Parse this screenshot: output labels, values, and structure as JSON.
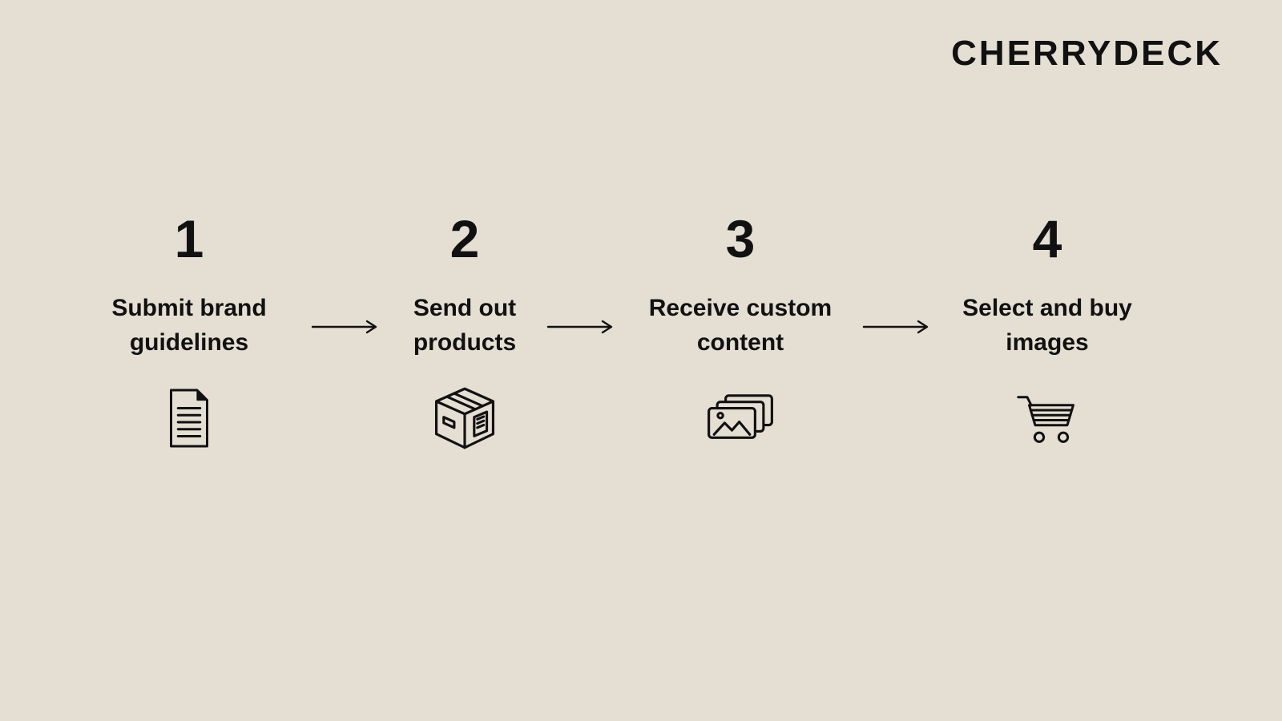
{
  "brand": {
    "logo": "CHERRYDECK"
  },
  "steps": [
    {
      "number": "1",
      "label_line1": "Submit brand",
      "label_line2": "guidelines",
      "icon": "document-icon"
    },
    {
      "number": "2",
      "label_line1": "Send out",
      "label_line2": "products",
      "icon": "package-icon"
    },
    {
      "number": "3",
      "label_line1": "Receive custom",
      "label_line2": "content",
      "icon": "photos-icon"
    },
    {
      "number": "4",
      "label_line1": "Select and buy",
      "label_line2": "images",
      "icon": "cart-icon"
    }
  ],
  "colors": {
    "background": "#e5ded3",
    "text": "#111111"
  }
}
